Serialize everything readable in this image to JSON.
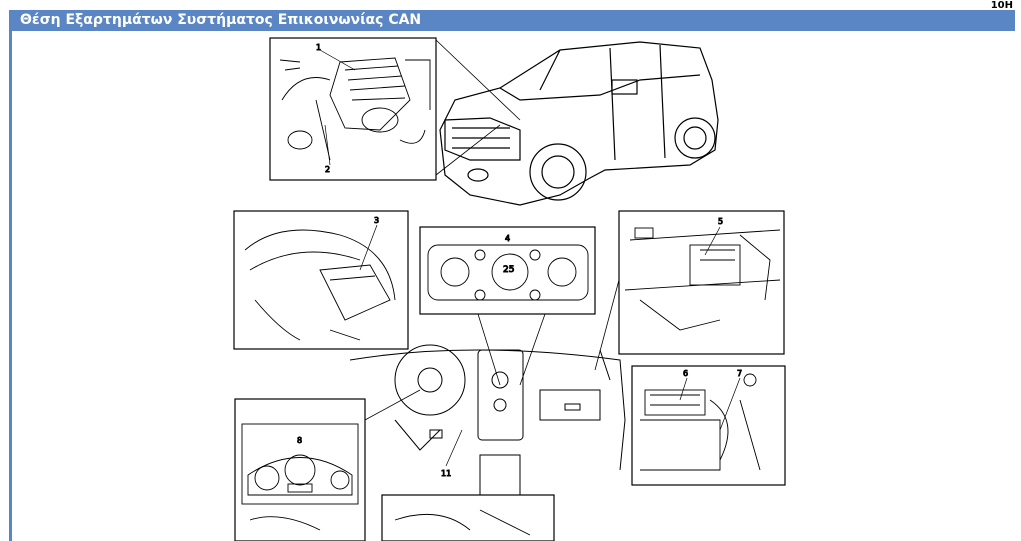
{
  "header": {
    "page_code": "10H",
    "title": "Θέση Εξαρτημάτων Συστήματος Επικοινωνίας CAN"
  },
  "callouts": [
    "1",
    "2",
    "3",
    "4",
    "5",
    "6",
    "7",
    "8",
    "11"
  ],
  "display": {
    "temp": "25"
  },
  "colors": {
    "accent": "#5b86c5"
  }
}
